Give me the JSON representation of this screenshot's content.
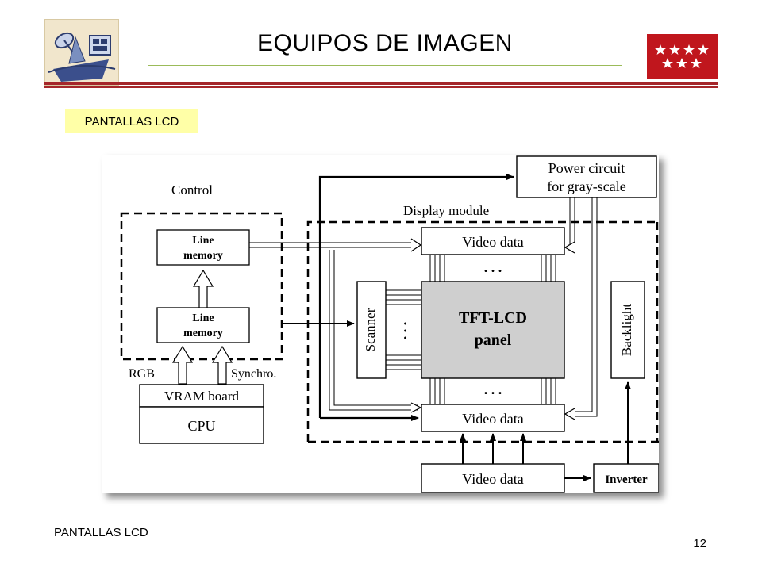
{
  "header": {
    "title": "EQUIPOS DE IMAGEN",
    "logo_left_icon": "satellite-dish-ship-icon",
    "logo_right_icon": "star-flag-icon",
    "accent_color": "#a5262a",
    "title_border_color": "#9bbb59"
  },
  "section_tag": "PANTALLAS LCD",
  "diagram": {
    "power": [
      "Power circuit",
      "for gray-scale"
    ],
    "control_label": "Control",
    "display_module_label": "Display module",
    "line_memory": [
      "Line",
      "memory"
    ],
    "video_data": "Video data",
    "scanner": "Scanner",
    "panel": [
      "TFT-LCD",
      "panel"
    ],
    "backlight": "Backlight",
    "rgb": "RGB",
    "synchro": "Synchro.",
    "vram": "VRAM board",
    "cpu": "CPU",
    "inverter": "Inverter",
    "dots": ". . ."
  },
  "footer": {
    "left": "PANTALLAS LCD",
    "page_number": "12"
  }
}
